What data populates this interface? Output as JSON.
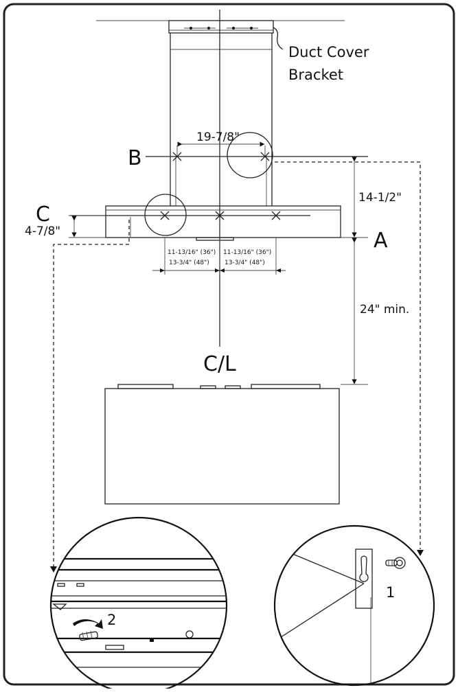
{
  "labels": {
    "duct_cover_bracket_line1": "Duct Cover",
    "duct_cover_bracket_line2": "Bracket",
    "dim_width": "19-7/8\"",
    "dim_height": "14-1/2\"",
    "dim_side": "4-7/8\"",
    "dim_min": "24\" min.",
    "left_offset_36": "11-13/16\" (36\")",
    "left_offset_48": "13-3/4\" (48\")",
    "right_offset_36": "11-13/16\" (36\")",
    "right_offset_48": "13-3/4\" (48\")",
    "point_a": "A",
    "point_b": "B",
    "point_c": "C",
    "centerline": "C/L",
    "callout_1": "1",
    "callout_2": "2"
  },
  "colors": {
    "line": "#222222",
    "frame": "#222222",
    "background": "#ffffff"
  }
}
